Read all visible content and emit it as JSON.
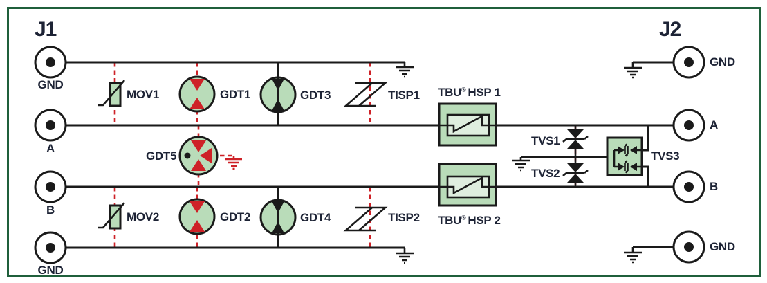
{
  "schematic": {
    "left_connector": {
      "label": "J1",
      "terminals": [
        {
          "label": "GND"
        },
        {
          "label": "A"
        },
        {
          "label": "B"
        },
        {
          "label": "GND"
        }
      ]
    },
    "right_connector": {
      "label": "J2",
      "terminals": [
        {
          "label": "GND"
        },
        {
          "label": "A"
        },
        {
          "label": "B"
        },
        {
          "label": "GND"
        }
      ]
    },
    "components": {
      "mov1": {
        "label": "MOV1",
        "symbol": "varistor-symbol"
      },
      "mov2": {
        "label": "MOV2",
        "symbol": "varistor-symbol"
      },
      "gdt1": {
        "label": "GDT1",
        "symbol": "gas-discharge-tube-symbol"
      },
      "gdt2": {
        "label": "GDT2",
        "symbol": "gas-discharge-tube-symbol"
      },
      "gdt3": {
        "label": "GDT3",
        "symbol": "gas-discharge-tube-symbol"
      },
      "gdt4": {
        "label": "GDT4",
        "symbol": "gas-discharge-tube-symbol"
      },
      "gdt5": {
        "label": "GDT5",
        "symbol": "three-electrode-gdt-symbol"
      },
      "tisp1": {
        "label": "TISP1",
        "symbol": "thyristor-surge-protector-symbol"
      },
      "tisp2": {
        "label": "TISP2",
        "symbol": "thyristor-surge-protector-symbol"
      },
      "tbu1": {
        "brand": "TBU",
        "reg": "®",
        "rest": "HSP 1",
        "symbol": "tbu-high-speed-protector-symbol"
      },
      "tbu2": {
        "brand": "TBU",
        "reg": "®",
        "rest": "HSP 2",
        "symbol": "tbu-high-speed-protector-symbol"
      },
      "tvs1": {
        "label": "TVS1",
        "symbol": "bidirectional-tvs-diode-symbol"
      },
      "tvs2": {
        "label": "TVS2",
        "symbol": "bidirectional-tvs-diode-symbol"
      },
      "tvs3": {
        "label": "TVS3",
        "symbol": "tvs-diode-array-symbol"
      }
    },
    "colors": {
      "frame_border": "#1f5f3b",
      "component_fill": "#b9dcb9",
      "inner_fill": "#dfeedf",
      "wire": "#1a1a1a",
      "dashed_red": "#ce2127",
      "label_text": "#1d2335"
    }
  }
}
